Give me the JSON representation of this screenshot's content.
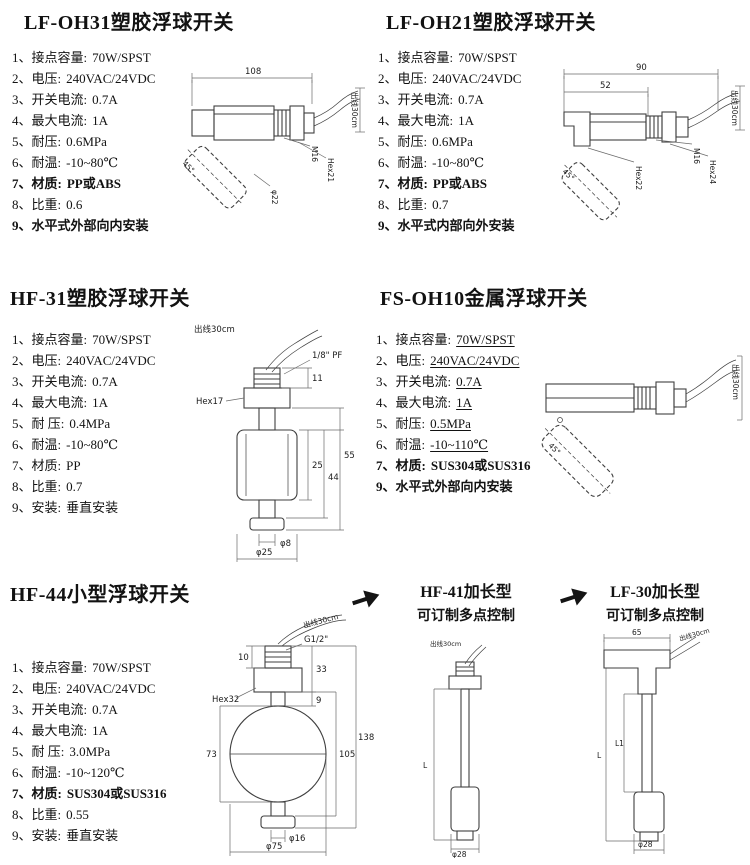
{
  "page": {
    "background": "#ffffff",
    "arrow_color": "#141414"
  },
  "sections": {
    "lf_oh31": {
      "title": "LF-OH31塑胶浮球开关",
      "specs": [
        {
          "label": "1、接点容量:",
          "value": "70W/SPST"
        },
        {
          "label": "2、电压:",
          "value": "240VAC/24VDC"
        },
        {
          "label": "3、开关电流:",
          "value": "0.7A"
        },
        {
          "label": "4、最大电流:",
          "value": "1A"
        },
        {
          "label": "5、耐压:",
          "value": "0.6MPa"
        },
        {
          "label": "6、耐温:",
          "value": "-10~80℃"
        },
        {
          "label": "7、材质:",
          "value": "PP或ABS"
        },
        {
          "label": "8、比重:",
          "value": "0.6"
        },
        {
          "label": "9、水平式外部向内安装",
          "value": ""
        }
      ],
      "drawing": {
        "dim_width": "108",
        "cable": "出线30cm",
        "thread": "M16",
        "hex": "Hex21",
        "float_dia": "φ22",
        "angle": "45°"
      }
    },
    "lf_oh21": {
      "title": "LF-OH21塑胶浮球开关",
      "specs": [
        {
          "label": "1、接点容量:",
          "value": "70W/SPST"
        },
        {
          "label": "2、电压:",
          "value": "240VAC/24VDC"
        },
        {
          "label": "3、开关电流:",
          "value": "0.7A"
        },
        {
          "label": "4、最大电流:",
          "value": "1A"
        },
        {
          "label": "5、耐压:",
          "value": "0.6MPa"
        },
        {
          "label": "6、耐温:",
          "value": "-10~80℃"
        },
        {
          "label": "7、材质:",
          "value": "PP或ABS"
        },
        {
          "label": "8、比重:",
          "value": "0.7"
        },
        {
          "label": "9、水平式内部向外安装",
          "value": ""
        }
      ],
      "drawing": {
        "dim_width": "90",
        "dim_width2": "52",
        "cable": "出线30cm",
        "thread": "M16",
        "hex1": "Hex24",
        "hex2": "Hex22",
        "angle": "45°"
      }
    },
    "hf_31": {
      "title": "HF-31塑胶浮球开关",
      "specs": [
        {
          "label": "1、接点容量:",
          "value": "70W/SPST"
        },
        {
          "label": "2、电压:",
          "value": "240VAC/24VDC"
        },
        {
          "label": "3、开关电流:",
          "value": "0.7A"
        },
        {
          "label": "4、最大电流:",
          "value": "1A"
        },
        {
          "label": "5、耐 压:",
          "value": "0.4MPa"
        },
        {
          "label": "6、耐温:",
          "value": "-10~80℃"
        },
        {
          "label": "7、材质:",
          "value": "PP"
        },
        {
          "label": "8、比重:",
          "value": "0.7"
        },
        {
          "label": "9、安装:",
          "value": "垂直安装"
        }
      ],
      "drawing": {
        "cable": "出线30cm",
        "thread": "1/8\" PF",
        "hex": "Hex17",
        "dim1": "11",
        "dim2": "55",
        "dim3": "44",
        "dim4": "25",
        "dia1": "φ8",
        "dia2": "φ25"
      }
    },
    "fs_oh10": {
      "title": "FS-OH10金属浮球开关",
      "specs": [
        {
          "label": "1、接点容量:",
          "value": "70W/SPST"
        },
        {
          "label": "2、电压:",
          "value": "240VAC/24VDC"
        },
        {
          "label": "3、开关电流:",
          "value": "0.7A"
        },
        {
          "label": "4、最大电流:",
          "value": "1A"
        },
        {
          "label": "5、耐压:",
          "value": "0.5MPa"
        },
        {
          "label": "6、耐温:",
          "value": "-10~110℃"
        },
        {
          "label": "7、材质:",
          "value": "SUS304或SUS316"
        },
        {
          "label": "9、水平式外部向内安装",
          "value": ""
        }
      ],
      "drawing": {
        "cable": "出线30cm",
        "angle": "45°"
      }
    },
    "hf_44": {
      "title": "HF-44小型浮球开关",
      "specs": [
        {
          "label": "1、接点容量:",
          "value": "70W/SPST"
        },
        {
          "label": "2、电压:",
          "value": "240VAC/24VDC"
        },
        {
          "label": "3、开关电流:",
          "value": "0.7A"
        },
        {
          "label": "4、最大电流:",
          "value": "1A"
        },
        {
          "label": "5、耐 压:",
          "value": "3.0MPa"
        },
        {
          "label": "6、耐温:",
          "value": "-10~120℃"
        },
        {
          "label": "7、材质:",
          "value": "SUS304或SUS316"
        },
        {
          "label": "8、比重:",
          "value": "0.55"
        },
        {
          "label": "9、安装:",
          "value": "垂直安装"
        }
      ],
      "drawing": {
        "cable": "出线30cm",
        "thread": "G1/2\"",
        "hex": "Hex32",
        "dim1": "10",
        "dim2": "33",
        "dim3": "9",
        "dim4": "73",
        "dim5": "105",
        "dim6": "138",
        "dia1": "φ16",
        "dia2": "φ75"
      }
    },
    "hf_41": {
      "title": "HF-41加长型",
      "subtitle": "可订制多点控制",
      "drawing": {
        "cable": "出线30cm",
        "length": "L",
        "dia": "φ28"
      }
    },
    "lf_30": {
      "title": "LF-30加长型",
      "subtitle": "可订制多点控制",
      "drawing": {
        "dim_top": "65",
        "cable": "出线30cm",
        "length1": "L1",
        "length": "L",
        "dia": "φ28"
      }
    }
  }
}
